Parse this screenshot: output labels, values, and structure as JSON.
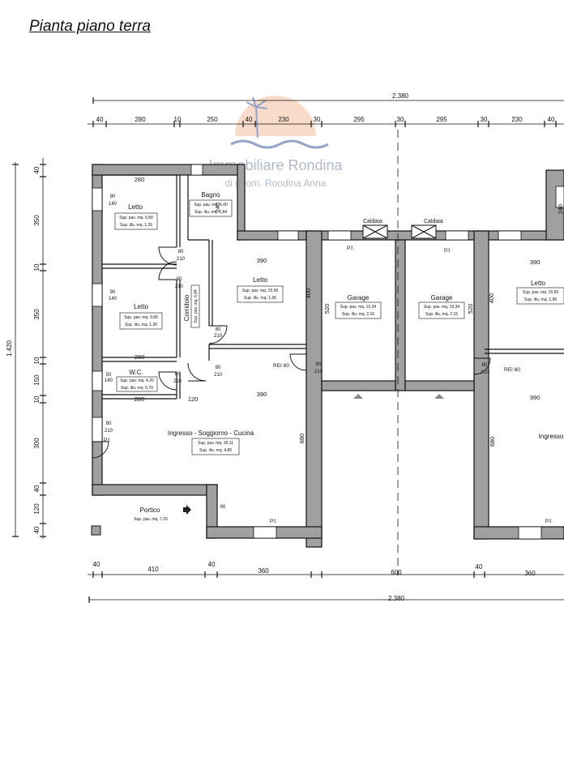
{
  "title": "Pianta piano terra",
  "watermark": {
    "brand": "Immobiliare Rondina",
    "sub": "di geom. Rondina Anna",
    "sun_color": "#f4b08a",
    "text_color": "#9aa3b5",
    "wave_color": "#6f86b8"
  },
  "colors": {
    "wall_fill": "#a0a0a0",
    "line": "#111111"
  },
  "top_dims": {
    "overall": "2.380",
    "segments": [
      "40",
      "280",
      "10",
      "250",
      "40",
      "230",
      "30",
      "295",
      "30",
      "295",
      "30",
      "230",
      "40"
    ]
  },
  "bottom_dims": {
    "overall": "2.380",
    "segments": [
      "40",
      "410",
      "40",
      "360",
      "600",
      "40",
      "360"
    ]
  },
  "left_dims": {
    "overall": "1.420",
    "segments": [
      "40",
      "350",
      "10",
      "350",
      "10",
      "150",
      "10",
      "300",
      "40",
      "120",
      "40"
    ]
  },
  "rooms": {
    "letto1": {
      "name": "Letto",
      "pav": "Sup. pav. mq. 9,80",
      "illu": "Sup. illu. mq. 1,26"
    },
    "bagno": {
      "name": "Bagno",
      "pav": "Sup. pav. mq. 6,00",
      "illu": "Sup. illu. mq. 0,84"
    },
    "letto2": {
      "name": "Letto",
      "pav": "Sup. pav. mq. 9,80",
      "illu": "Sup. illu. mq. 1,26"
    },
    "letto3": {
      "name": "Letto",
      "pav": "Sup. pav. mq. 15,56",
      "illu": "Sup. illu. mq. 1,96"
    },
    "corridoio": {
      "name": "Corridoio",
      "pav": "Sup. pav. mq. 6,84"
    },
    "wc": {
      "name": "W.C.",
      "pav": "Sup. pav. mq. 4,20",
      "illu": "Sup. illu. mq. 0,70"
    },
    "garage1": {
      "name": "Garage",
      "pav": "Sup. pav. mq. 15,34",
      "illu": "Sup. illu. mq. 2,16"
    },
    "garage2": {
      "name": "Garage",
      "pav": "Sup. pav. mq. 15,34",
      "illu": "Sup. illu. mq. 2,16"
    },
    "letto4": {
      "name": "Letto",
      "pav": "Sup. pav. mq. 15,56",
      "illu": "Sup. illu. mq. 1,96"
    },
    "soggiorno": {
      "name": "Ingresso - Soggiorno - Cucina",
      "pav": "Sup. pav. mq. 30,11",
      "illu": "Sup. illu. mq. 4,80"
    },
    "portico": {
      "name": "Portico",
      "pav": "Sup. pav. mq. 7,20"
    },
    "ingresso2": {
      "name": "Ingresso"
    }
  },
  "labels": {
    "caldaia": "Caldaia",
    "rei": "REI 60",
    "pf": "P.f."
  },
  "inner_dims": {
    "w280": "280",
    "w390": "390",
    "w400": "400",
    "w520": "520",
    "w680": "680",
    "w240": "240",
    "w120": "120",
    "d80": "80",
    "d90": "90",
    "d50": "50",
    "d140": "140",
    "d210": "210"
  }
}
